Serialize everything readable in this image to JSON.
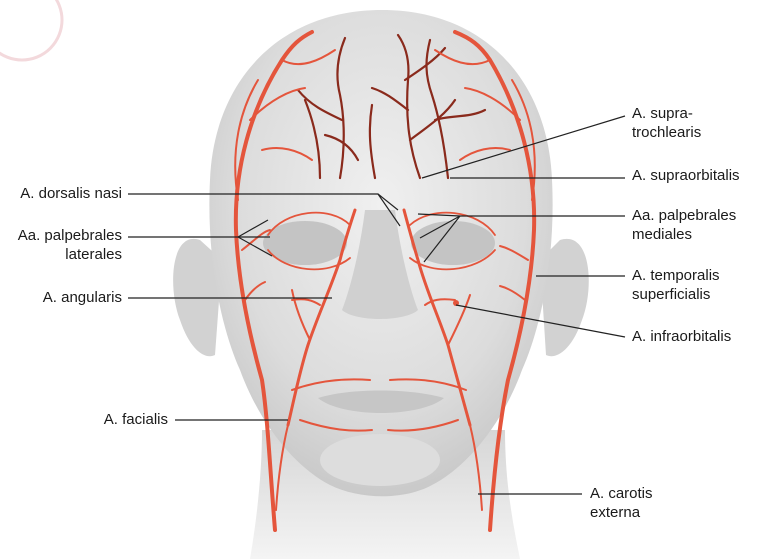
{
  "labels": {
    "supratrochlearis": {
      "line1": "A. supra-",
      "line2": "trochlearis"
    },
    "supraorbitalis": "A. supraorbitalis",
    "dorsalis_nasi": "A. dorsalis nasi",
    "palpebrales_mediales": {
      "line1": "Aa. palpebrales",
      "line2": "mediales"
    },
    "palpebrales_laterales": {
      "line1": "Aa. palpebrales",
      "line2": "laterales"
    },
    "temporalis_superficialis": {
      "line1": "A. temporalis",
      "line2": "superficialis"
    },
    "angularis": "A. angularis",
    "infraorbitalis": "A. infraorbitalis",
    "facialis": "A. facialis",
    "carotis_externa": {
      "line1": "A. carotis",
      "line2": "externa"
    }
  },
  "colors": {
    "artery": "#e4553c",
    "artery_deep": "#8a2a1c",
    "skin": "#e6e6e6",
    "leader": "#222222"
  }
}
